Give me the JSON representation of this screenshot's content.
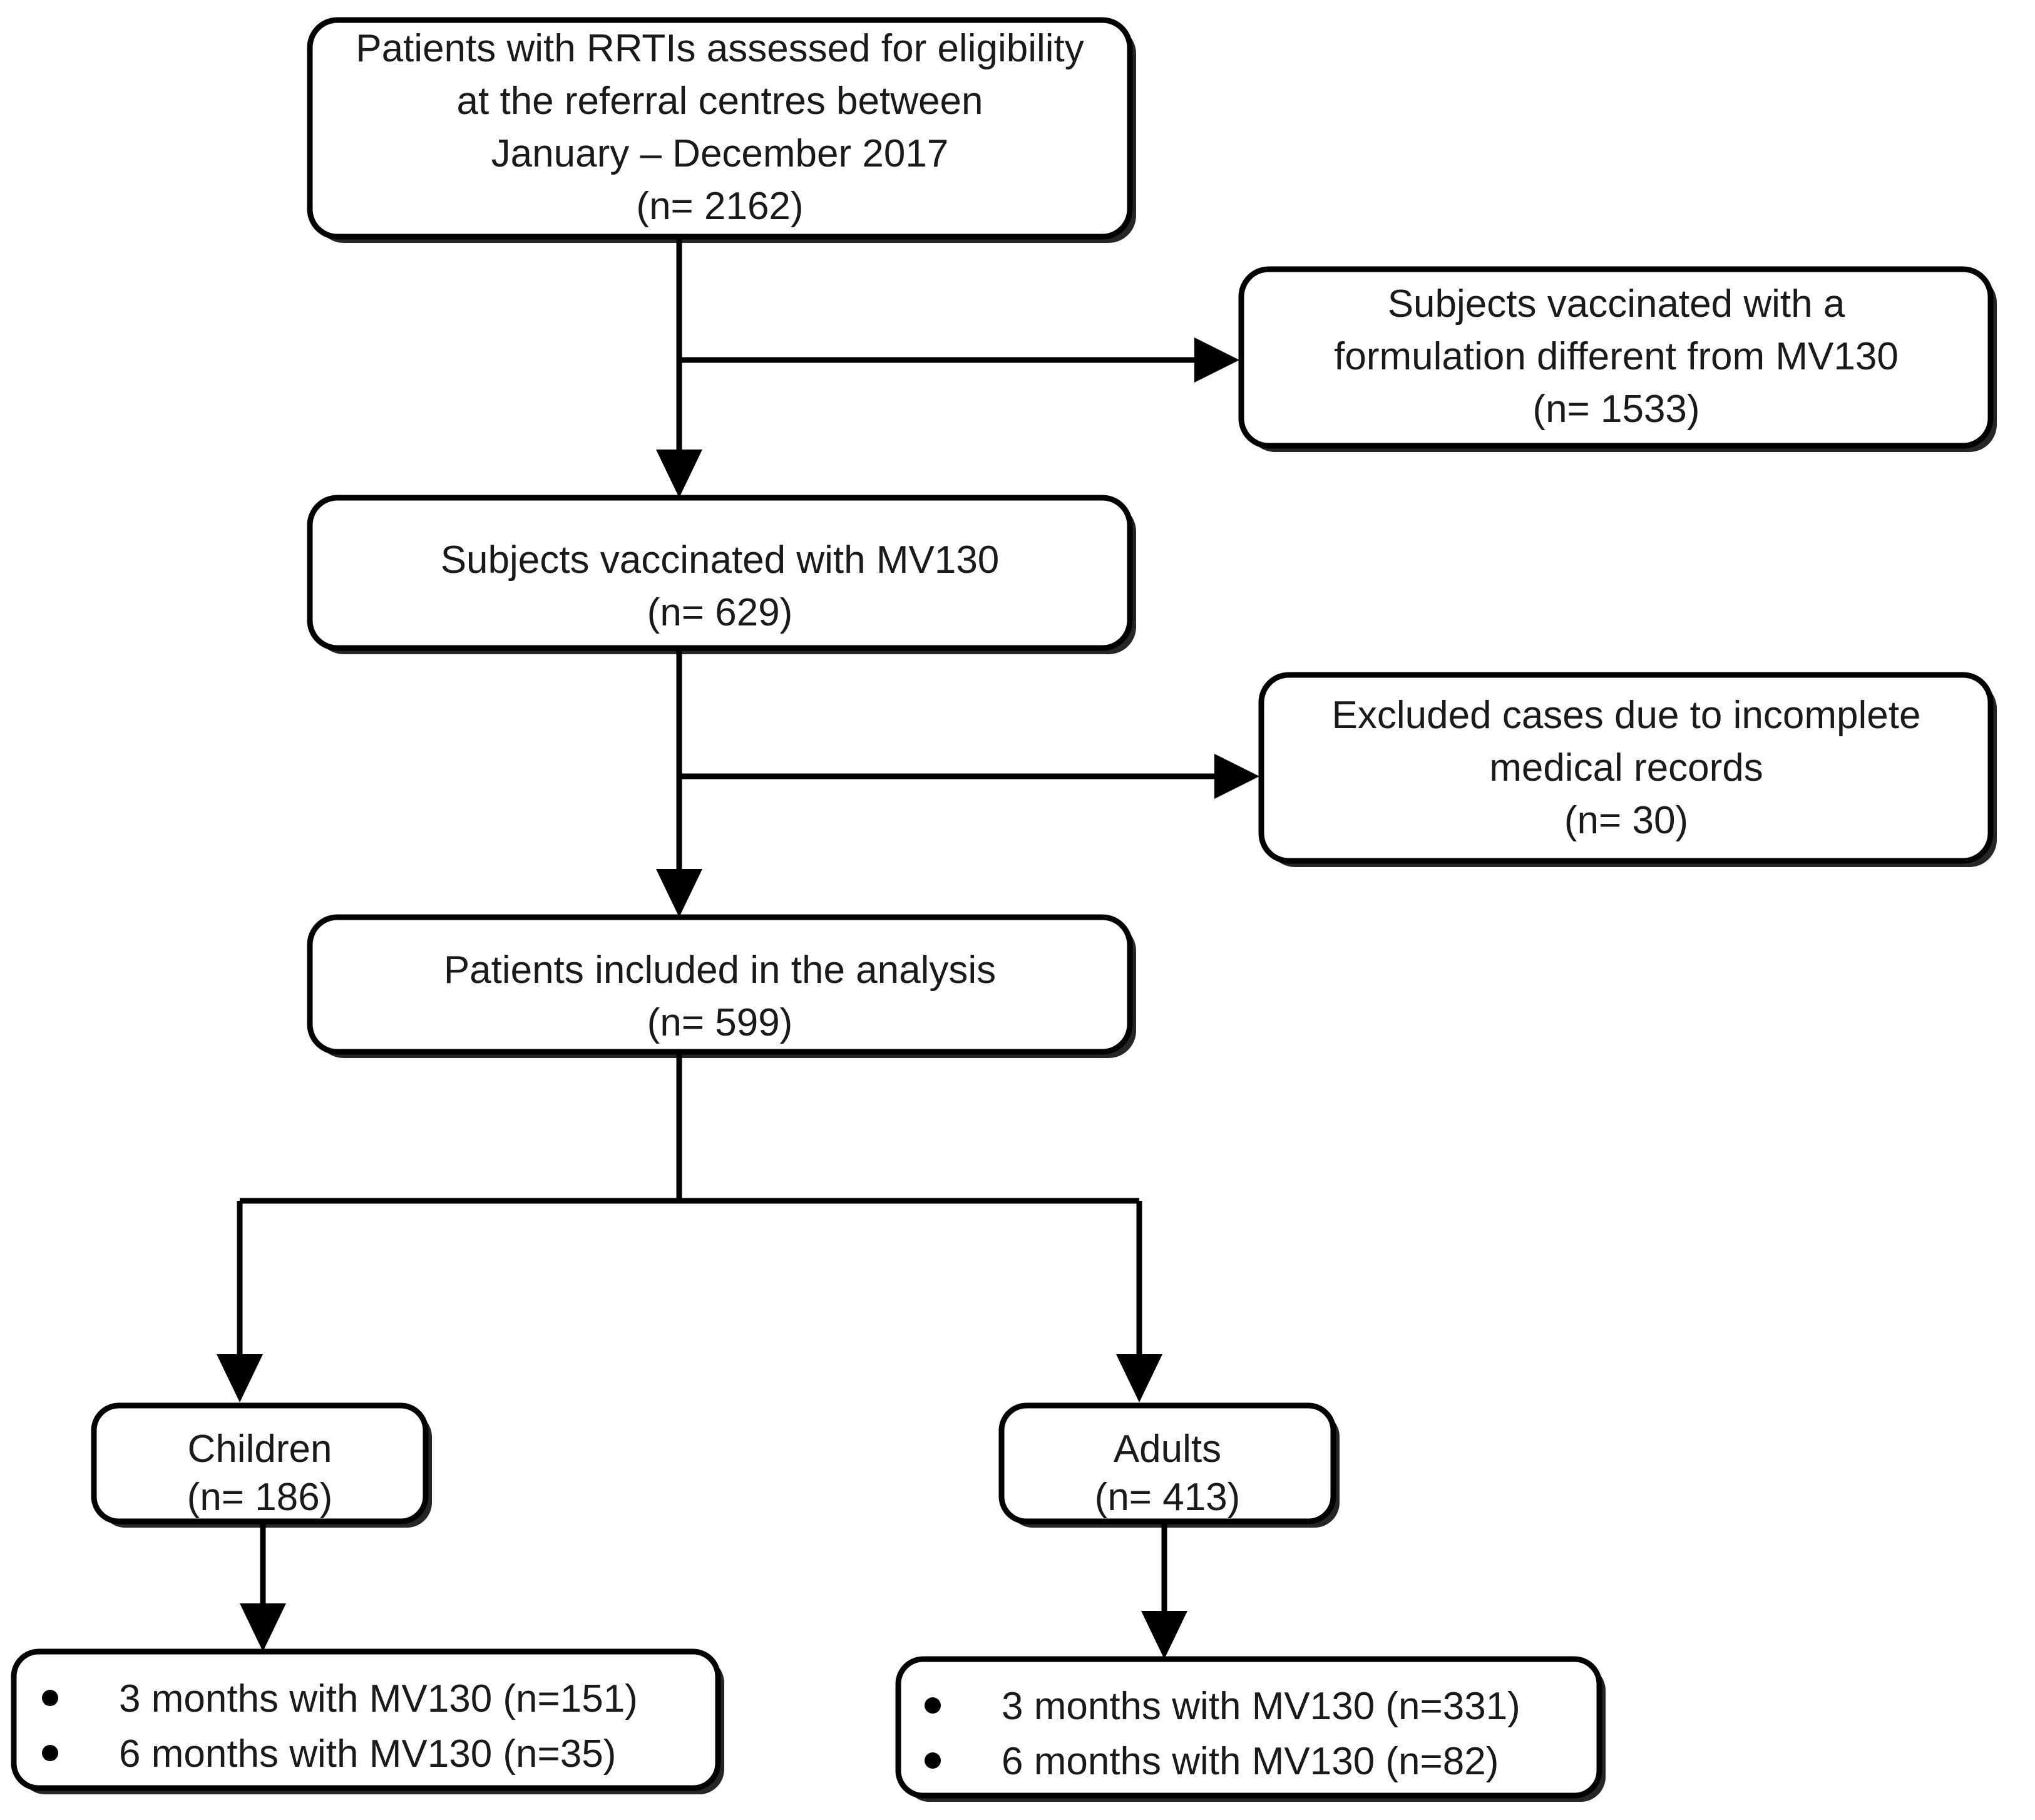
{
  "diagram": {
    "type": "flowchart",
    "title": "Patient enrollment flow diagram (CONSORT-style)",
    "nodes": [
      {
        "id": "eligibility",
        "name": "eligibility-box",
        "lines": [
          "Patients with RRTIs assessed for eligibility",
          "at the referral centres between",
          "January – December 2017",
          "(n= 2162)"
        ],
        "count": 2162
      },
      {
        "id": "excluded-formulation",
        "name": "excluded-formulation-box",
        "lines": [
          "Subjects vaccinated with a",
          "formulation different from MV130",
          "(n= 1533)"
        ],
        "count": 1533
      },
      {
        "id": "vaccinated-mv130",
        "name": "vaccinated-mv130-box",
        "lines": [
          "Subjects vaccinated with MV130",
          "(n= 629)"
        ],
        "count": 629
      },
      {
        "id": "excluded-records",
        "name": "excluded-records-box",
        "lines": [
          "Excluded cases due to incomplete",
          "medical records",
          "(n= 30)"
        ],
        "count": 30
      },
      {
        "id": "included-analysis",
        "name": "included-analysis-box",
        "lines": [
          "Patients included in the analysis",
          "(n= 599)"
        ],
        "count": 599
      },
      {
        "id": "children",
        "name": "children-box",
        "lines": [
          "Children",
          "(n= 186)"
        ],
        "count": 186
      },
      {
        "id": "adults",
        "name": "adults-box",
        "lines": [
          "Adults",
          "(n= 413)"
        ],
        "count": 413
      },
      {
        "id": "children-followup",
        "name": "children-followup-box",
        "bullets": [
          "3 months with MV130 (n=151)",
          "6 months with MV130 (n=35)"
        ]
      },
      {
        "id": "adults-followup",
        "name": "adults-followup-box",
        "bullets": [
          "3 months with MV130 (n=331)",
          "6 months with MV130 (n=82)"
        ]
      }
    ],
    "colors": {
      "stroke": "#000000",
      "fill": "#ffffff",
      "text": "#1a1a1a"
    }
  },
  "text": {
    "n1_l1": "Patients with RRTIs assessed for eligibility",
    "n1_l2": "at the referral centres between",
    "n1_l3": "January – December 2017",
    "n1_l4": "(n= 2162)",
    "n2_l1": "Subjects vaccinated with a",
    "n2_l2": "formulation different from MV130",
    "n2_l3": "(n= 1533)",
    "n3_l1": "Subjects vaccinated with MV130",
    "n3_l2": "(n= 629)",
    "n4_l1": "Excluded cases due to incomplete",
    "n4_l2": "medical records",
    "n4_l3": "(n= 30)",
    "n5_l1": "Patients included in the analysis",
    "n5_l2": "(n= 599)",
    "n6_l1": "Children",
    "n6_l2": "(n= 186)",
    "n7_l1": "Adults",
    "n7_l2": "(n= 413)",
    "n8_b1": "3 months with MV130 (n=151)",
    "n8_b2": "6 months with MV130 (n=35)",
    "n9_b1": "3 months with MV130 (n=331)",
    "n9_b2": "6 months with MV130 (n=82)"
  }
}
